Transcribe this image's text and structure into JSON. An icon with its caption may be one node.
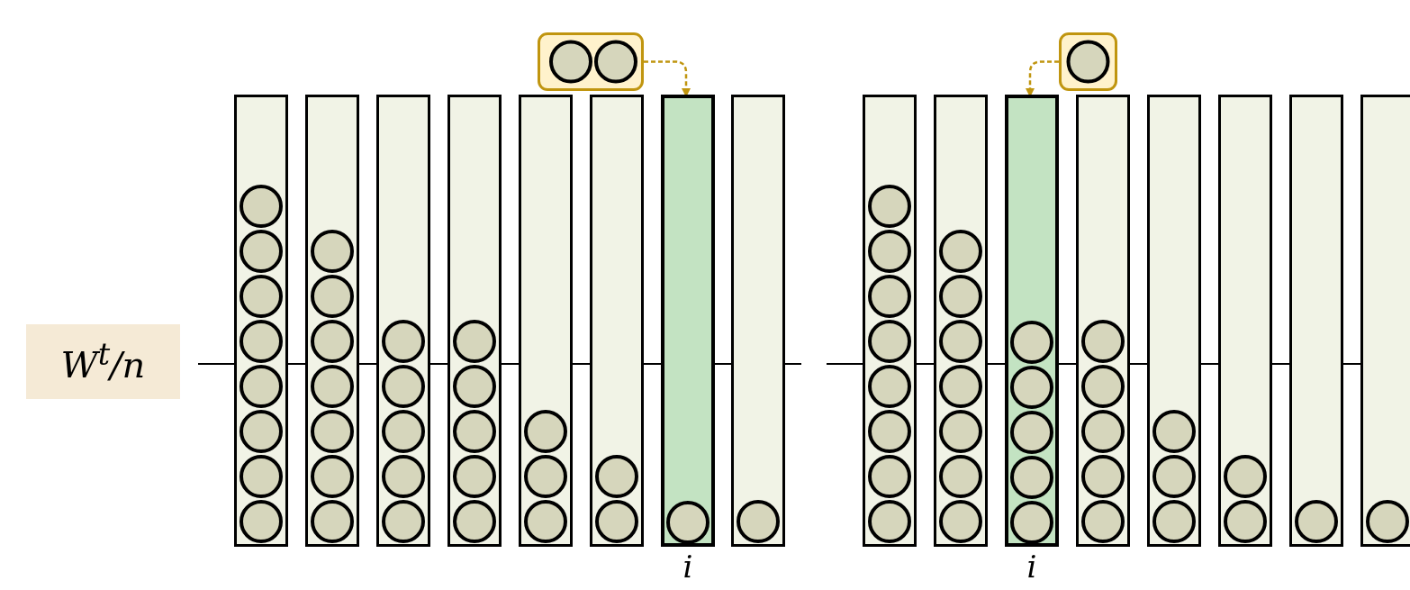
{
  "diagram": {
    "nodes": [
      {
        "text": [],
        "shape": "box"
      },
      {
        "text": [],
        "shape": "box"
      },
      {
        "text": [
          "W$^{t}$/n"
        ]
      },
      {
        "text": [],
        "shape": "bar"
      },
      {
        "text": [],
        "shape": "bar"
      },
      {
        "text": [],
        "shape": "bar"
      },
      {
        "text": [],
        "shape": "bar"
      },
      {
        "text": [],
        "shape": "bar"
      },
      {
        "text": [],
        "shape": "bar"
      },
      {
        "text": [],
        "shape": "bar",
        "beside": [
          "i"
        ]
      },
      {
        "text": [],
        "shape": "bar"
      },
      {
        "text": [],
        "shape": "bar"
      },
      {
        "text": [],
        "shape": "bar"
      },
      {
        "text": [],
        "shape": "bar",
        "beside": [
          "i"
        ]
      },
      {
        "text": [],
        "shape": "bar"
      },
      {
        "text": [],
        "shape": "bar"
      },
      {
        "text": [],
        "shape": "bar"
      },
      {
        "text": [],
        "shape": "bar"
      },
      {
        "text": [],
        "shape": "bar"
      }
    ],
    "edges": [
      {
        "from": 0,
        "to": 9,
        "arrow": "to",
        "style": "dashed"
      },
      {
        "from": 1,
        "to": 13,
        "arrow": "to",
        "style": "dashed"
      }
    ]
  }
}
